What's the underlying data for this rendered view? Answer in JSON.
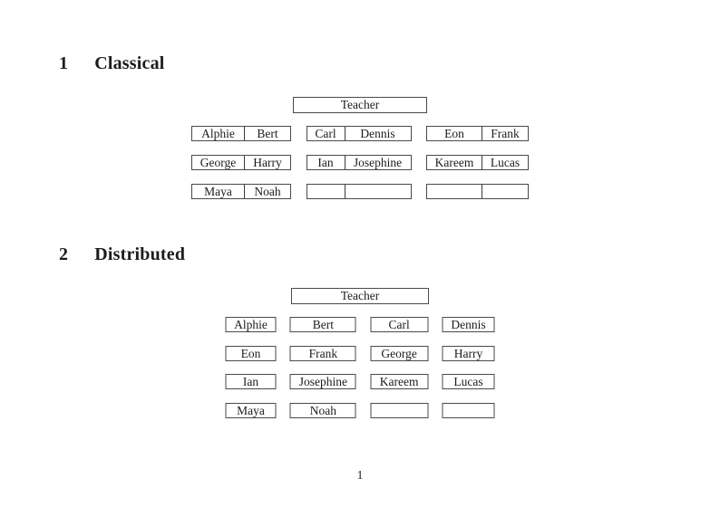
{
  "page": {
    "number": "1"
  },
  "sections": [
    {
      "number": "1",
      "title": "Classical",
      "teacher_label": "Teacher",
      "rows": [
        [
          [
            "Alphie",
            "Bert"
          ],
          [
            "Carl",
            "Dennis"
          ],
          [
            "Eon",
            "Frank"
          ]
        ],
        [
          [
            "George",
            "Harry"
          ],
          [
            "Ian",
            "Josephine"
          ],
          [
            "Kareem",
            "Lucas"
          ]
        ],
        [
          [
            "Maya",
            "Noah"
          ],
          [
            "",
            ""
          ],
          [
            "",
            ""
          ]
        ]
      ]
    },
    {
      "number": "2",
      "title": "Distributed",
      "teacher_label": "Teacher",
      "rows": [
        [
          "Alphie",
          "Bert",
          "Carl",
          "Dennis"
        ],
        [
          "Eon",
          "Frank",
          "George",
          "Harry"
        ],
        [
          "Ian",
          "Josephine",
          "Kareem",
          "Lucas"
        ],
        [
          "Maya",
          "Noah",
          "",
          ""
        ]
      ]
    }
  ]
}
